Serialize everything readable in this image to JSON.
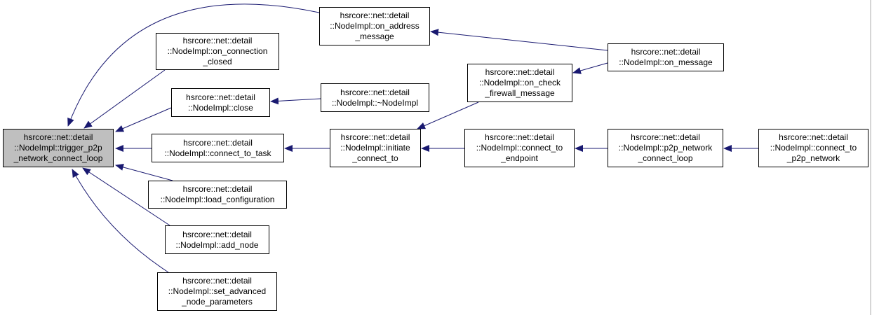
{
  "graph": {
    "colors": {
      "edge": "#191970",
      "node_border": "#000000",
      "root_fill": "#bfbfbf",
      "node_fill": "#ffffff"
    },
    "nodes": [
      {
        "id": "trigger",
        "root": true,
        "lines": [
          "hsrcore::net::detail",
          "::NodeImpl::trigger_p2p",
          "_network_connect_loop"
        ]
      },
      {
        "id": "on_address_message",
        "lines": [
          "hsrcore::net::detail",
          "::NodeImpl::on_address",
          "_message"
        ]
      },
      {
        "id": "on_connection_closed",
        "lines": [
          "hsrcore::net::detail",
          "::NodeImpl::on_connection",
          "_closed"
        ]
      },
      {
        "id": "close",
        "lines": [
          "hsrcore::net::detail",
          "::NodeImpl::close"
        ]
      },
      {
        "id": "connect_to_task",
        "lines": [
          "hsrcore::net::detail",
          "::NodeImpl::connect_to_task"
        ]
      },
      {
        "id": "load_configuration",
        "lines": [
          "hsrcore::net::detail",
          "::NodeImpl::load_configuration"
        ]
      },
      {
        "id": "add_node",
        "lines": [
          "hsrcore::net::detail",
          "::NodeImpl::add_node"
        ]
      },
      {
        "id": "set_advanced",
        "lines": [
          "hsrcore::net::detail",
          "::NodeImpl::set_advanced",
          "_node_parameters"
        ]
      },
      {
        "id": "on_message",
        "lines": [
          "hsrcore::net::detail",
          "::NodeImpl::on_message"
        ]
      },
      {
        "id": "destructor",
        "lines": [
          "hsrcore::net::detail",
          "::NodeImpl::~NodeImpl"
        ]
      },
      {
        "id": "on_check_firewall",
        "lines": [
          "hsrcore::net::detail",
          "::NodeImpl::on_check",
          "_firewall_message"
        ]
      },
      {
        "id": "initiate_connect_to",
        "lines": [
          "hsrcore::net::detail",
          "::NodeImpl::initiate",
          "_connect_to"
        ]
      },
      {
        "id": "connect_to_endpoint",
        "lines": [
          "hsrcore::net::detail",
          "::NodeImpl::connect_to",
          "_endpoint"
        ]
      },
      {
        "id": "p2p_network_connect_loop",
        "lines": [
          "hsrcore::net::detail",
          "::NodeImpl::p2p_network",
          "_connect_loop"
        ]
      },
      {
        "id": "connect_to_p2p_network",
        "lines": [
          "hsrcore::net::detail",
          "::NodeImpl::connect_to",
          "_p2p_network"
        ]
      }
    ],
    "edges": [
      {
        "from": "on_address_message",
        "to": "trigger"
      },
      {
        "from": "on_connection_closed",
        "to": "trigger"
      },
      {
        "from": "close",
        "to": "trigger"
      },
      {
        "from": "connect_to_task",
        "to": "trigger"
      },
      {
        "from": "load_configuration",
        "to": "trigger"
      },
      {
        "from": "add_node",
        "to": "trigger"
      },
      {
        "from": "set_advanced",
        "to": "trigger"
      },
      {
        "from": "on_message",
        "to": "on_address_message"
      },
      {
        "from": "destructor",
        "to": "close"
      },
      {
        "from": "initiate_connect_to",
        "to": "connect_to_task"
      },
      {
        "from": "on_message",
        "to": "on_check_firewall"
      },
      {
        "from": "on_check_firewall",
        "to": "initiate_connect_to"
      },
      {
        "from": "connect_to_endpoint",
        "to": "initiate_connect_to"
      },
      {
        "from": "p2p_network_connect_loop",
        "to": "connect_to_endpoint"
      },
      {
        "from": "connect_to_p2p_network",
        "to": "p2p_network_connect_loop"
      }
    ]
  }
}
